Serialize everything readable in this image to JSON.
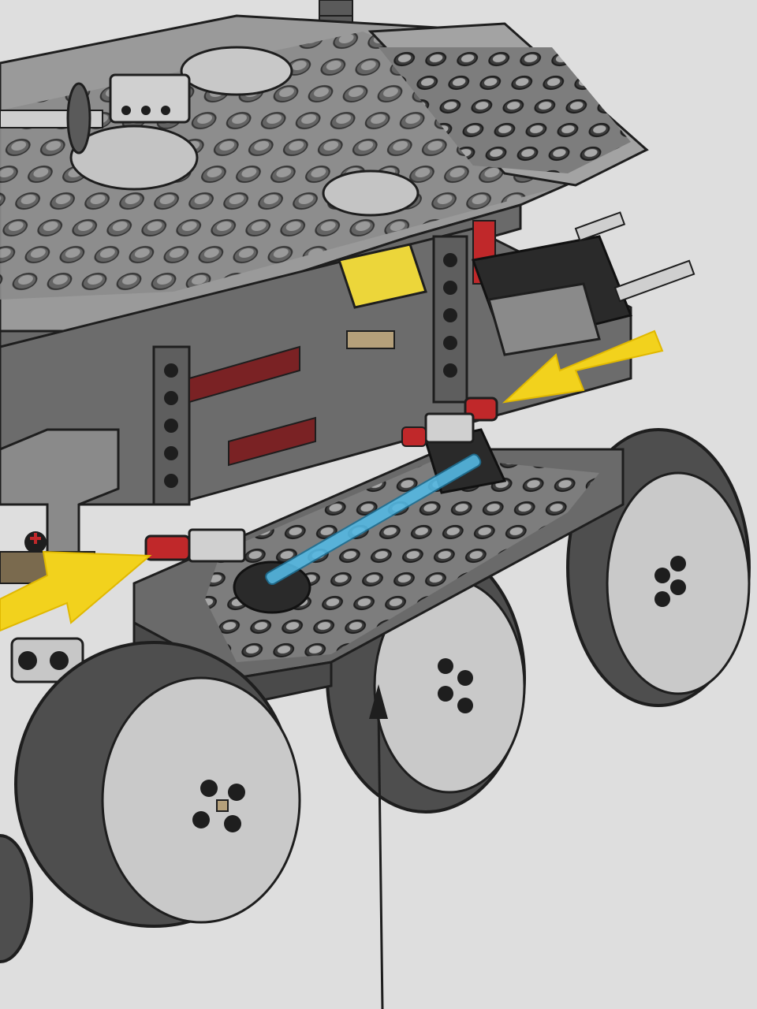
{
  "image": {
    "subject": "lego-instruction-page-photo",
    "palette": {
      "paper": "#dedede",
      "dark_gray": "#5b5b5b",
      "mid_gray": "#8e8e8e",
      "light_gray": "#b9b9b9",
      "black": "#1e1e1e",
      "yellow_arrow": "#f2d21d",
      "red_part": "#c0282a",
      "dark_red": "#7a2224",
      "tan": "#b5a07a",
      "trans_blue": "#55b8e2",
      "yellow_part": "#ecd63a"
    },
    "callouts": [
      {
        "name": "insert-arrow-right",
        "color": "yellow",
        "direction": "down-left"
      },
      {
        "name": "insert-arrow-left",
        "color": "yellow",
        "direction": "up-right"
      },
      {
        "name": "pointer-line",
        "color": "black",
        "direction": "up"
      }
    ]
  }
}
